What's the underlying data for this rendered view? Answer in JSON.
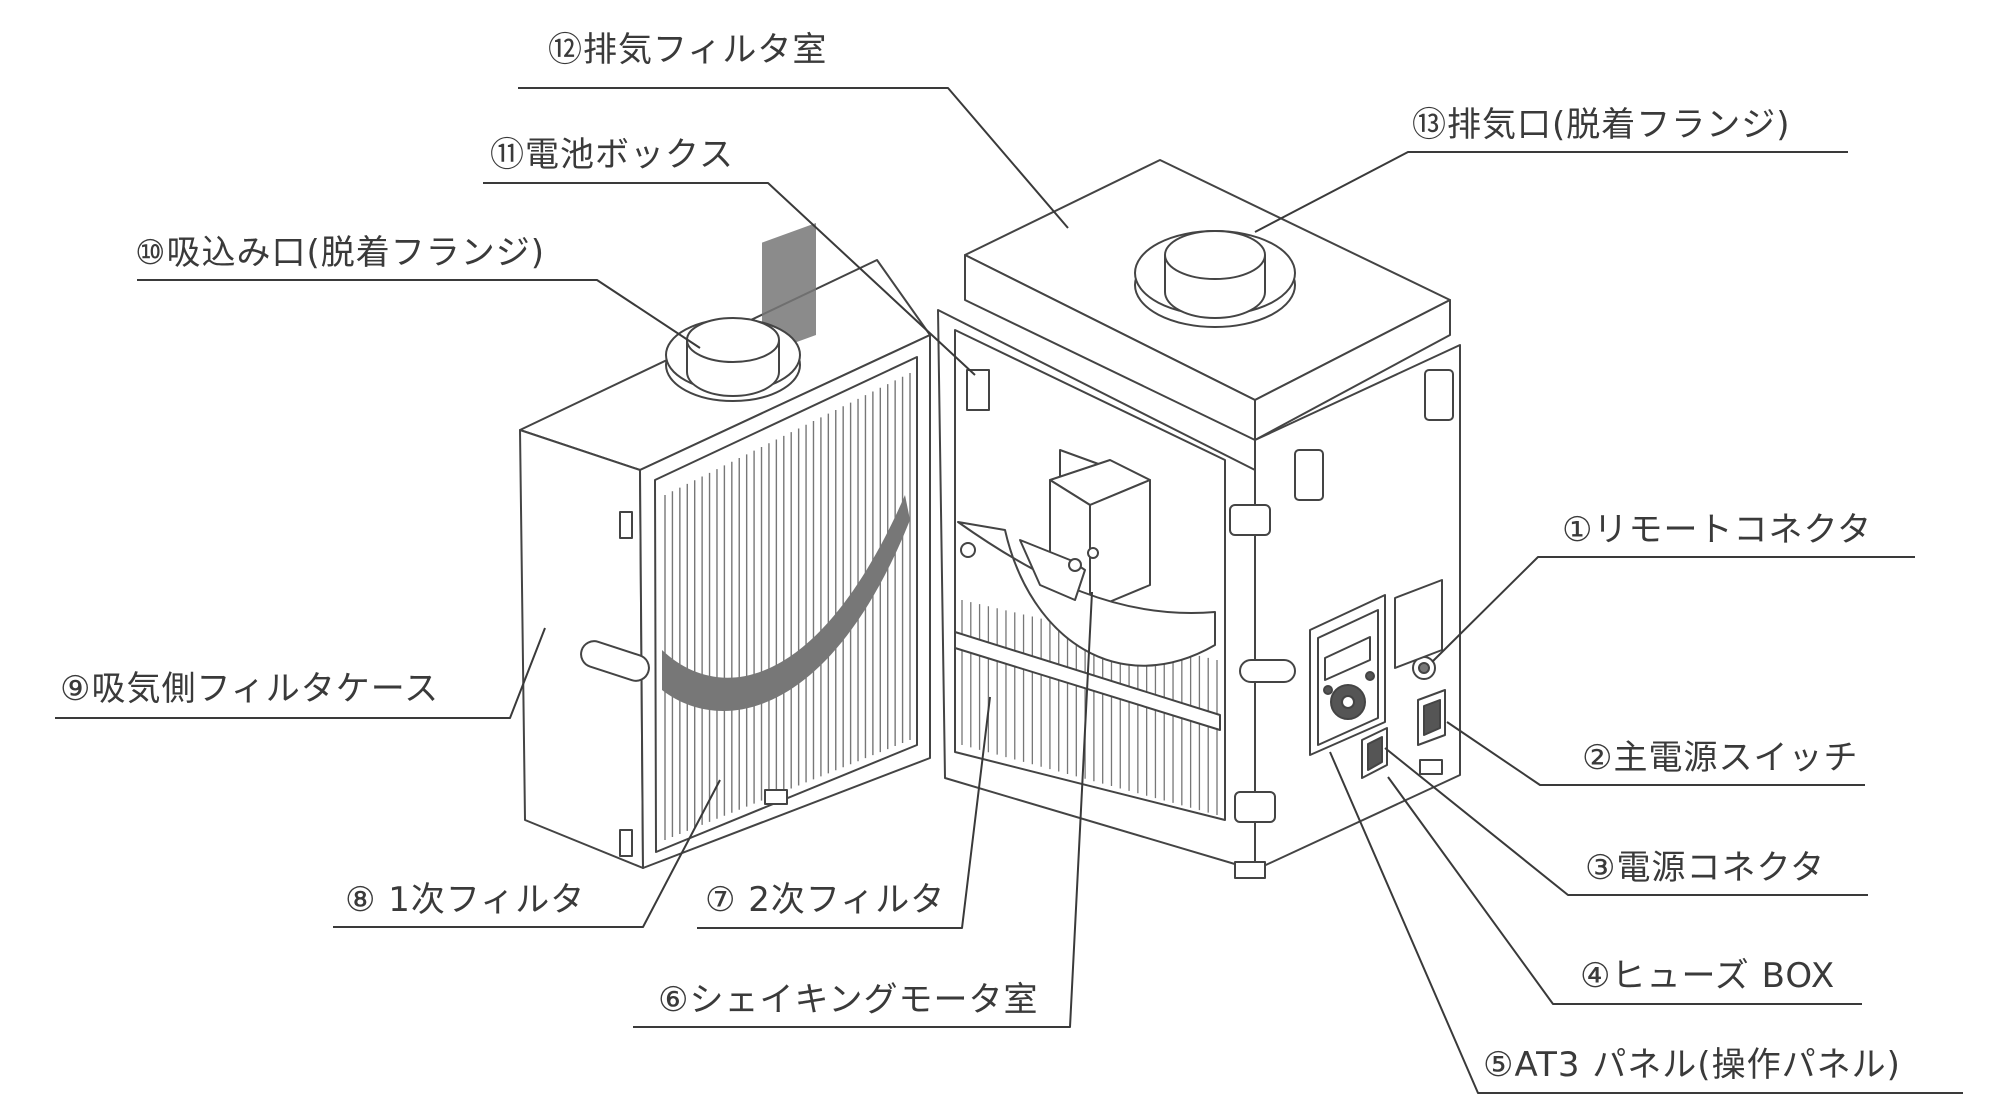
{
  "labels": {
    "l1": "①リモートコネクタ",
    "l2": "②主電源スイッチ",
    "l3": "③電源コネクタ",
    "l4": "④ヒューズ BOX",
    "l5": "⑤AT3 パネル(操作パネル)",
    "l6": "⑥シェイキングモータ室",
    "l7": "⑦ 2次フィルタ",
    "l8": "⑧ 1次フィルタ",
    "l9": "⑨吸気側フィルタケース",
    "l10": "⑩吸込み口(脱着フランジ)",
    "l11": "⑪電池ボックス",
    "l12": "⑫排気フィルタ室",
    "l13": "⑬排気口(脱着フランジ)"
  },
  "colors": {
    "line": "#3a3a3a",
    "outline": "#444444",
    "dark": "#5a5a5a"
  }
}
